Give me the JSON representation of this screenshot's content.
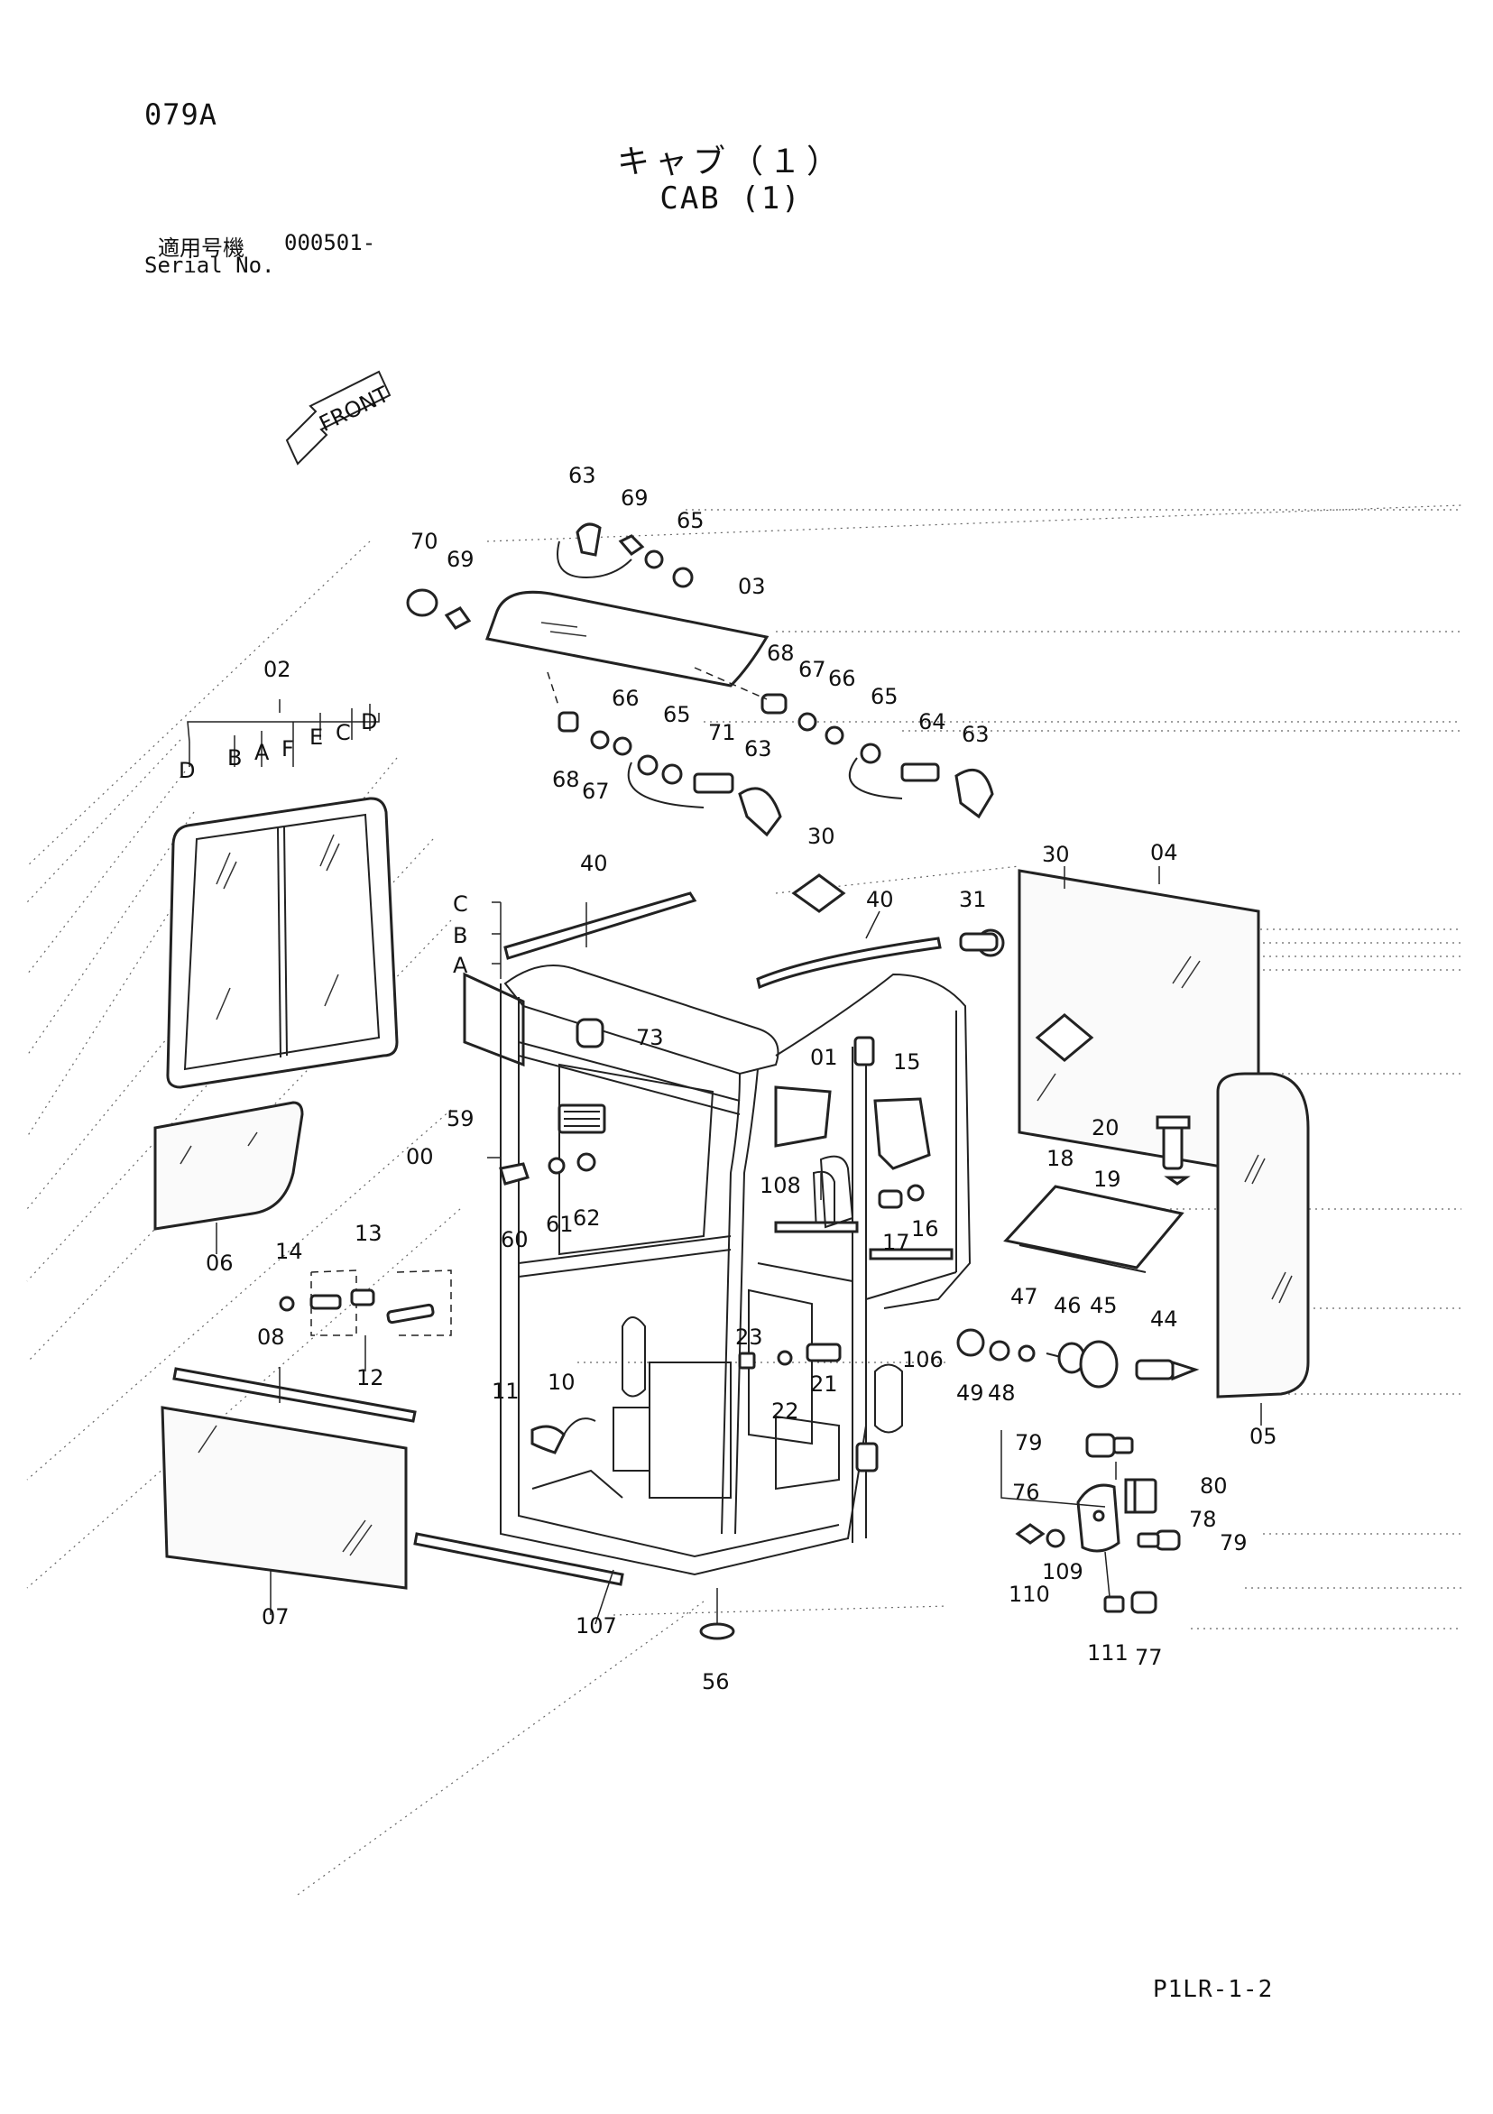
{
  "header": {
    "page_code": "079A",
    "title_jp": "キャブ（１）",
    "title_en": "CAB (1)",
    "serial_label_jp": "適用号機",
    "serial_value": "000501-",
    "serial_label_en": "Serial No."
  },
  "footer": {
    "page_ref": "P1LR-1-2"
  },
  "diagram": {
    "front_arrow_label": "FRONT",
    "callouts": {
      "n00": "00",
      "n01": "01",
      "n02": "02",
      "n03": "03",
      "n04": "04",
      "n05": "05",
      "n06": "06",
      "n07": "07",
      "n08": "08",
      "n10": "10",
      "n11": "11",
      "n12": "12",
      "n13": "13",
      "n14": "14",
      "n15": "15",
      "n16": "16",
      "n17": "17",
      "n18": "18",
      "n19": "19",
      "n20": "20",
      "n21": "21",
      "n22": "22",
      "n23": "23",
      "n30a": "30",
      "n30b": "30",
      "n31": "31",
      "n40a": "40",
      "n40b": "40",
      "n44": "44",
      "n45": "45",
      "n46": "46",
      "n47": "47",
      "n48": "48",
      "n49": "49",
      "n56": "56",
      "n59": "59",
      "n60": "60",
      "n61": "61",
      "n62": "62",
      "n63a": "63",
      "n63b": "63",
      "n63c": "63",
      "n64": "64",
      "n65a": "65",
      "n65b": "65",
      "n65c": "65",
      "n66a": "66",
      "n66b": "66",
      "n67a": "67",
      "n67b": "67",
      "n68a": "68",
      "n68b": "68",
      "n69a": "69",
      "n69b": "69",
      "n70": "70",
      "n71": "71",
      "n73": "73",
      "n76": "76",
      "n77": "77",
      "n78": "78",
      "n79a": "79",
      "n79b": "79",
      "n80": "80",
      "n106": "106",
      "n107": "107",
      "n108": "108",
      "n109": "109",
      "n110": "110",
      "n111": "111"
    },
    "letters": {
      "win_d1": "D",
      "win_b": "B",
      "win_a": "A",
      "win_f": "F",
      "win_e": "E",
      "win_c": "C",
      "win_d2": "D",
      "cab_c": "C",
      "cab_b": "B",
      "cab_a": "A"
    }
  }
}
